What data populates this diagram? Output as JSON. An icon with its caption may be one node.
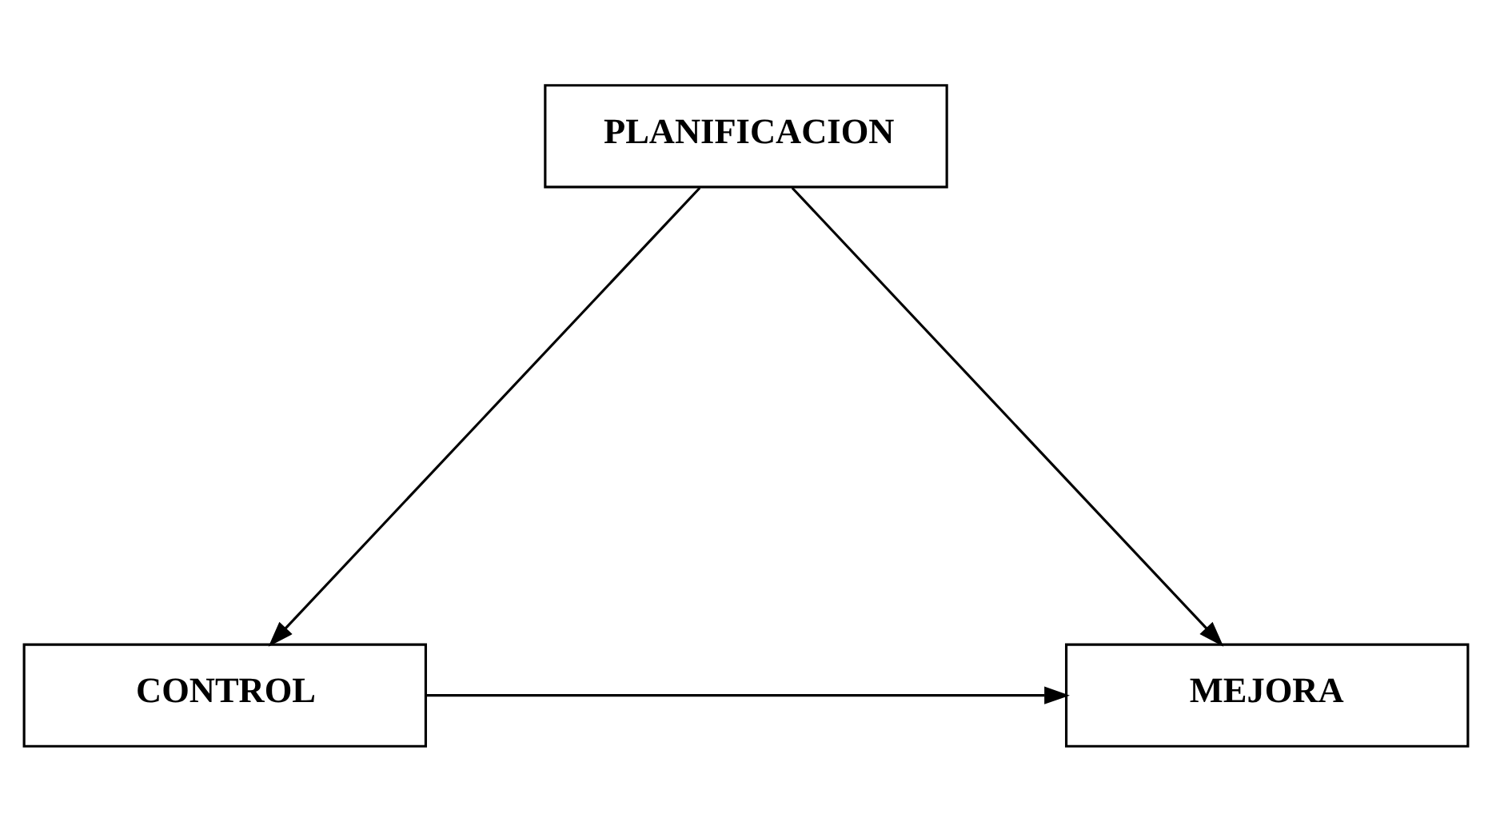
{
  "diagram": {
    "nodes": [
      {
        "text": [
          "PLANIFICACION"
        ]
      },
      {
        "text": [
          "MEJORA"
        ]
      },
      {
        "text": [
          "CONTROL"
        ]
      }
    ],
    "edges": [
      {
        "from": 0,
        "to": 1,
        "arrow": "to"
      },
      {
        "from": 0,
        "to": 2,
        "arrow": "to"
      },
      {
        "from": 2,
        "to": 1,
        "arrow": "to"
      }
    ]
  }
}
